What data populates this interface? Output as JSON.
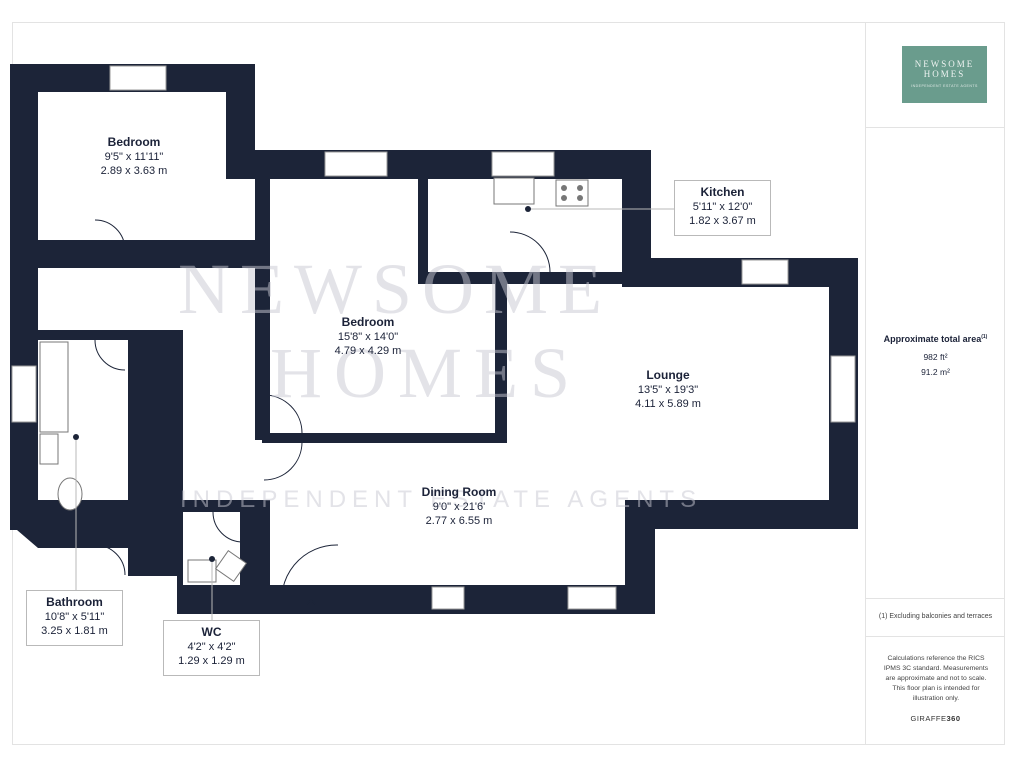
{
  "logo": {
    "line1": "NEWSOME",
    "line2": "HOMES",
    "tagline": "INDEPENDENT ESTATE AGENTS"
  },
  "watermark": {
    "line1": "NEWSOME",
    "line2": "HOMES",
    "line3": "INDEPENDENT ESTATE AGENTS"
  },
  "summary": {
    "area_title": "Approximate total area",
    "area_note_marker": "(1)",
    "area_ft": "982 ft²",
    "area_m": "91.2 m²",
    "exclusion_note": "(1) Excluding balconies and terraces",
    "calc_note": "Calculations reference the RICS IPMS 3C standard. Measurements are approximate and not to scale. This floor plan is intended for illustration only.",
    "brand_prefix": "GIRAFFE",
    "brand_suffix": "360"
  },
  "rooms": {
    "bedroom1": {
      "name": "Bedroom",
      "imperial": "9'5\" x 11'11\"",
      "metric": "2.89 x 3.63 m"
    },
    "bedroom2": {
      "name": "Bedroom",
      "imperial": "15'8\" x 14'0\"",
      "metric": "4.79 x 4.29 m"
    },
    "kitchen": {
      "name": "Kitchen",
      "imperial": "5'11\" x 12'0\"",
      "metric": "1.82 x 3.67 m"
    },
    "lounge": {
      "name": "Lounge",
      "imperial": "13'5\" x 19'3\"",
      "metric": "4.11 x 5.89 m"
    },
    "dining": {
      "name": "Dining Room",
      "imperial": "9'0\" x 21'6'",
      "metric": "2.77 x 6.55 m"
    },
    "bathroom": {
      "name": "Bathroom",
      "imperial": "10'8\" x 5'11\"",
      "metric": "3.25 x 1.81 m"
    },
    "wc": {
      "name": "WC",
      "imperial": "4'2\" x 4'2\"",
      "metric": "1.29 x 1.29 m"
    }
  }
}
